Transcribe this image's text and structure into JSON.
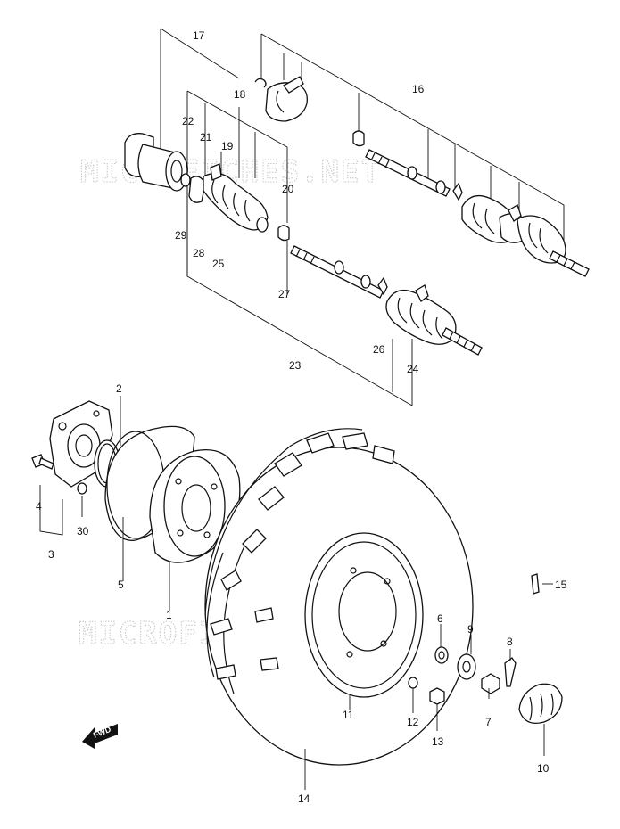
{
  "watermark": "MICROFICHES.NET",
  "fwd_label": "FWD",
  "callouts": {
    "c1": "1",
    "c2": "2",
    "c3": "3",
    "c4": "4",
    "c5": "5",
    "c6": "6",
    "c7": "7",
    "c8": "8",
    "c9": "9",
    "c10": "10",
    "c11": "11",
    "c12": "12",
    "c13": "13",
    "c14": "14",
    "c15": "15",
    "c16": "16",
    "c17": "17",
    "c18": "18",
    "c19": "19",
    "c20": "20",
    "c21": "21",
    "c22": "22",
    "c23": "23",
    "c24": "24",
    "c25": "25",
    "c26": "26",
    "c27": "27",
    "c28": "28",
    "c29": "29",
    "c30": "30"
  }
}
